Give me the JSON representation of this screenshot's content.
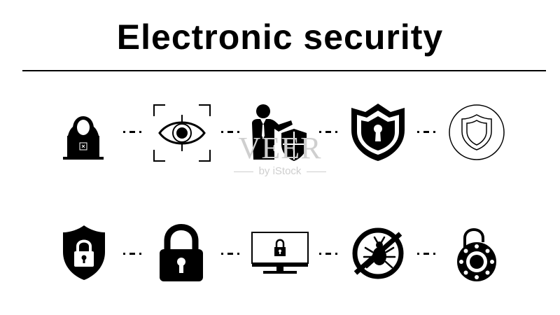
{
  "title": "Electronic security",
  "watermark": {
    "brand": "VEER",
    "byline": "by iStock"
  },
  "colors": {
    "foreground": "#000000",
    "background": "#ffffff",
    "watermark": "#cfcfcf"
  },
  "icons": {
    "row1": [
      "hacker-laptop-icon",
      "eye-scan-icon",
      "businessman-shield-icon",
      "shield-keyhole-icon",
      "shield-circle-icon"
    ],
    "row2": [
      "shield-padlock-icon",
      "padlock-icon",
      "monitor-padlock-icon",
      "no-bug-icon",
      "combination-lock-icon"
    ]
  }
}
